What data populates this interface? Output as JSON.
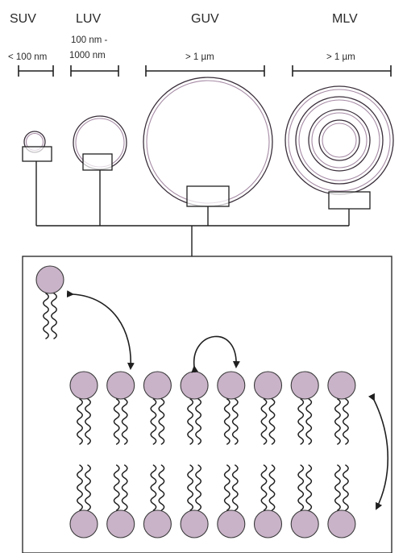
{
  "vesicles": [
    {
      "id": "suv",
      "name": "SUV",
      "size": "< 100 nm"
    },
    {
      "id": "luv",
      "name": "LUV",
      "size_line1": "100 nm -",
      "size_line2": "1000 nm"
    },
    {
      "id": "guv",
      "name": "GUV",
      "size": "> 1 µm"
    },
    {
      "id": "mlv",
      "name": "MLV",
      "size": "> 1 µm"
    }
  ],
  "bilayer": {
    "lipid_pairs": 8,
    "free_lipid": 1
  },
  "colors": {
    "lipid_head": "#c9b3c8",
    "membrane_inner": "#a58aa4",
    "line": "#1f1f1f"
  }
}
